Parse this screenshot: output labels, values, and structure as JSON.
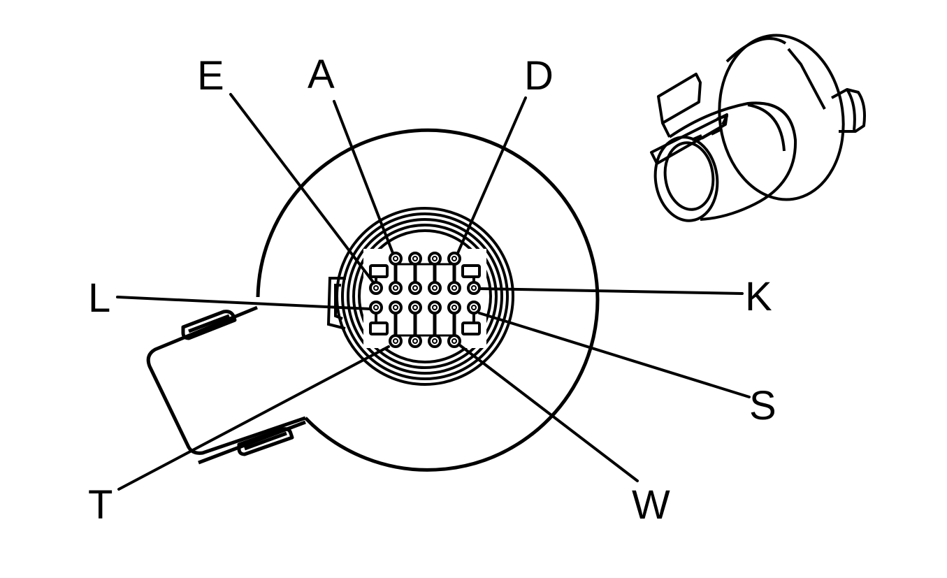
{
  "colors": {
    "ink": "#000000",
    "paper": "#ffffff"
  },
  "callouts": [
    {
      "id": "E",
      "text": "E"
    },
    {
      "id": "A",
      "text": "A"
    },
    {
      "id": "D",
      "text": "D"
    },
    {
      "id": "L",
      "text": "L"
    },
    {
      "id": "K",
      "text": "K"
    },
    {
      "id": "S",
      "text": "S"
    },
    {
      "id": "T",
      "text": "T"
    },
    {
      "id": "W",
      "text": "W"
    }
  ]
}
